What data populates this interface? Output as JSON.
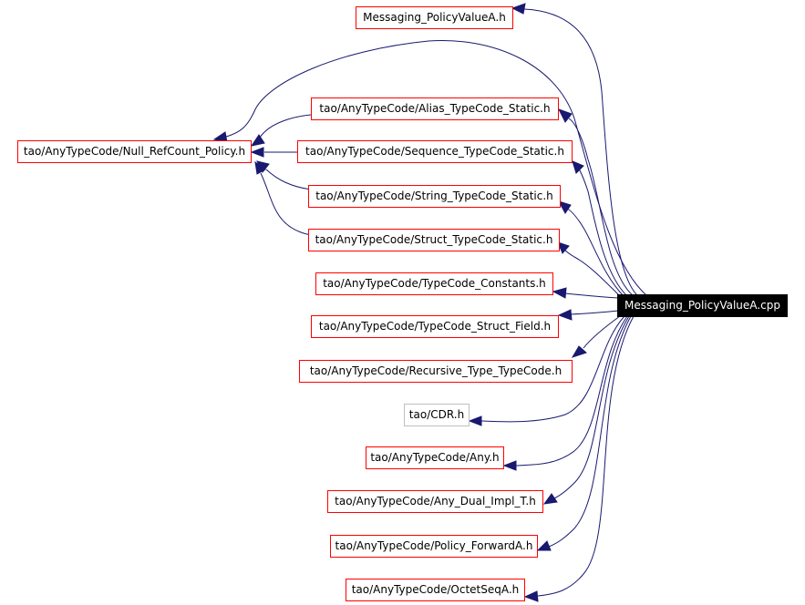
{
  "diagram": {
    "root": {
      "label": "Messaging_PolicyValueA.cpp"
    },
    "nodes": {
      "messaging_policyvaluea_h": "Messaging_PolicyValueA.h",
      "null_refcount_policy_h": "tao/AnyTypeCode/Null_RefCount_Policy.h",
      "alias_typecode_static_h": "tao/AnyTypeCode/Alias_TypeCode_Static.h",
      "sequence_typecode_static_h": "tao/AnyTypeCode/Sequence_TypeCode_Static.h",
      "string_typecode_static_h": "tao/AnyTypeCode/String_TypeCode_Static.h",
      "struct_typecode_static_h": "tao/AnyTypeCode/Struct_TypeCode_Static.h",
      "typecode_constants_h": "tao/AnyTypeCode/TypeCode_Constants.h",
      "typecode_struct_field_h": "tao/AnyTypeCode/TypeCode_Struct_Field.h",
      "recursive_type_typecode_h": "tao/AnyTypeCode/Recursive_Type_TypeCode.h",
      "cdr_h": "tao/CDR.h",
      "any_h": "tao/AnyTypeCode/Any.h",
      "any_dual_impl_t_h": "tao/AnyTypeCode/Any_Dual_Impl_T.h",
      "policy_forwarda_h": "tao/AnyTypeCode/Policy_ForwardA.h",
      "octetseqa_h": "tao/AnyTypeCode/OctetSeqA.h"
    },
    "edges": [
      [
        "root",
        "messaging_policyvaluea_h"
      ],
      [
        "root",
        "null_refcount_policy_h"
      ],
      [
        "root",
        "alias_typecode_static_h"
      ],
      [
        "root",
        "sequence_typecode_static_h"
      ],
      [
        "root",
        "string_typecode_static_h"
      ],
      [
        "root",
        "struct_typecode_static_h"
      ],
      [
        "root",
        "typecode_constants_h"
      ],
      [
        "root",
        "typecode_struct_field_h"
      ],
      [
        "root",
        "recursive_type_typecode_h"
      ],
      [
        "root",
        "cdr_h"
      ],
      [
        "root",
        "any_h"
      ],
      [
        "root",
        "any_dual_impl_t_h"
      ],
      [
        "root",
        "policy_forwarda_h"
      ],
      [
        "root",
        "octetseqa_h"
      ],
      [
        "alias_typecode_static_h",
        "null_refcount_policy_h"
      ],
      [
        "sequence_typecode_static_h",
        "null_refcount_policy_h"
      ],
      [
        "string_typecode_static_h",
        "null_refcount_policy_h"
      ],
      [
        "struct_typecode_static_h",
        "null_refcount_policy_h"
      ]
    ],
    "colors": {
      "edge": "#191970",
      "documented_border": "#ff0000",
      "undocumented_border": "#bfbfbf",
      "root_fill": "#000000",
      "root_text": "#ffffff"
    }
  }
}
